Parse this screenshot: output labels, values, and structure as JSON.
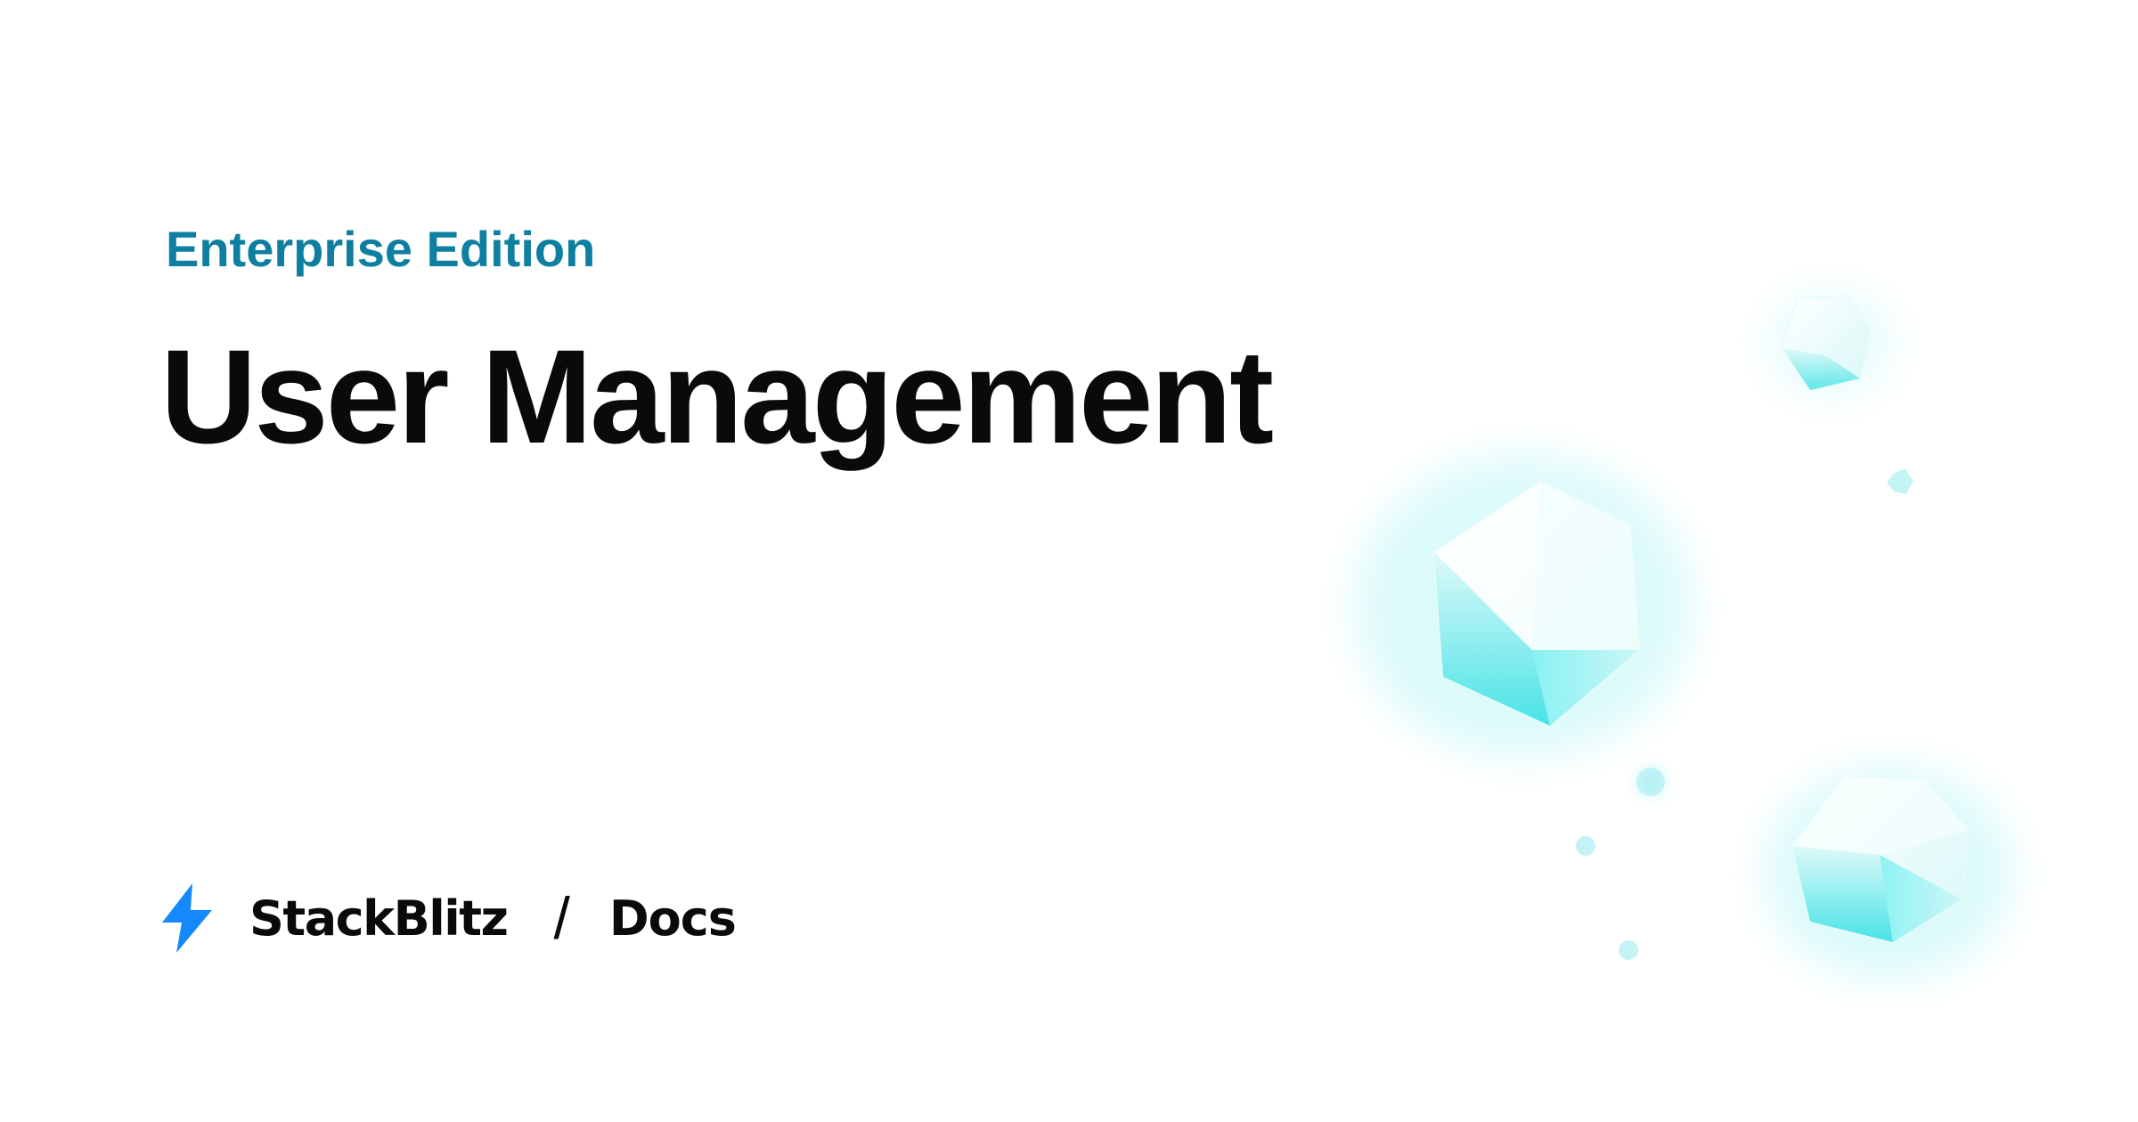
{
  "header": {
    "edition": "Enterprise Edition",
    "title": "User Management"
  },
  "footer": {
    "brand": "StackBlitz",
    "separator": "/",
    "section": "Docs",
    "logo_icon": "lightning-bolt-icon"
  },
  "decoration": {
    "icon": "gem-cluster-icon"
  },
  "colors": {
    "accent": "#0e7fa0",
    "text": "#0a0a0a",
    "logo": "#1389fd",
    "gem": "#5ee8ea",
    "background": "#ffffff"
  }
}
